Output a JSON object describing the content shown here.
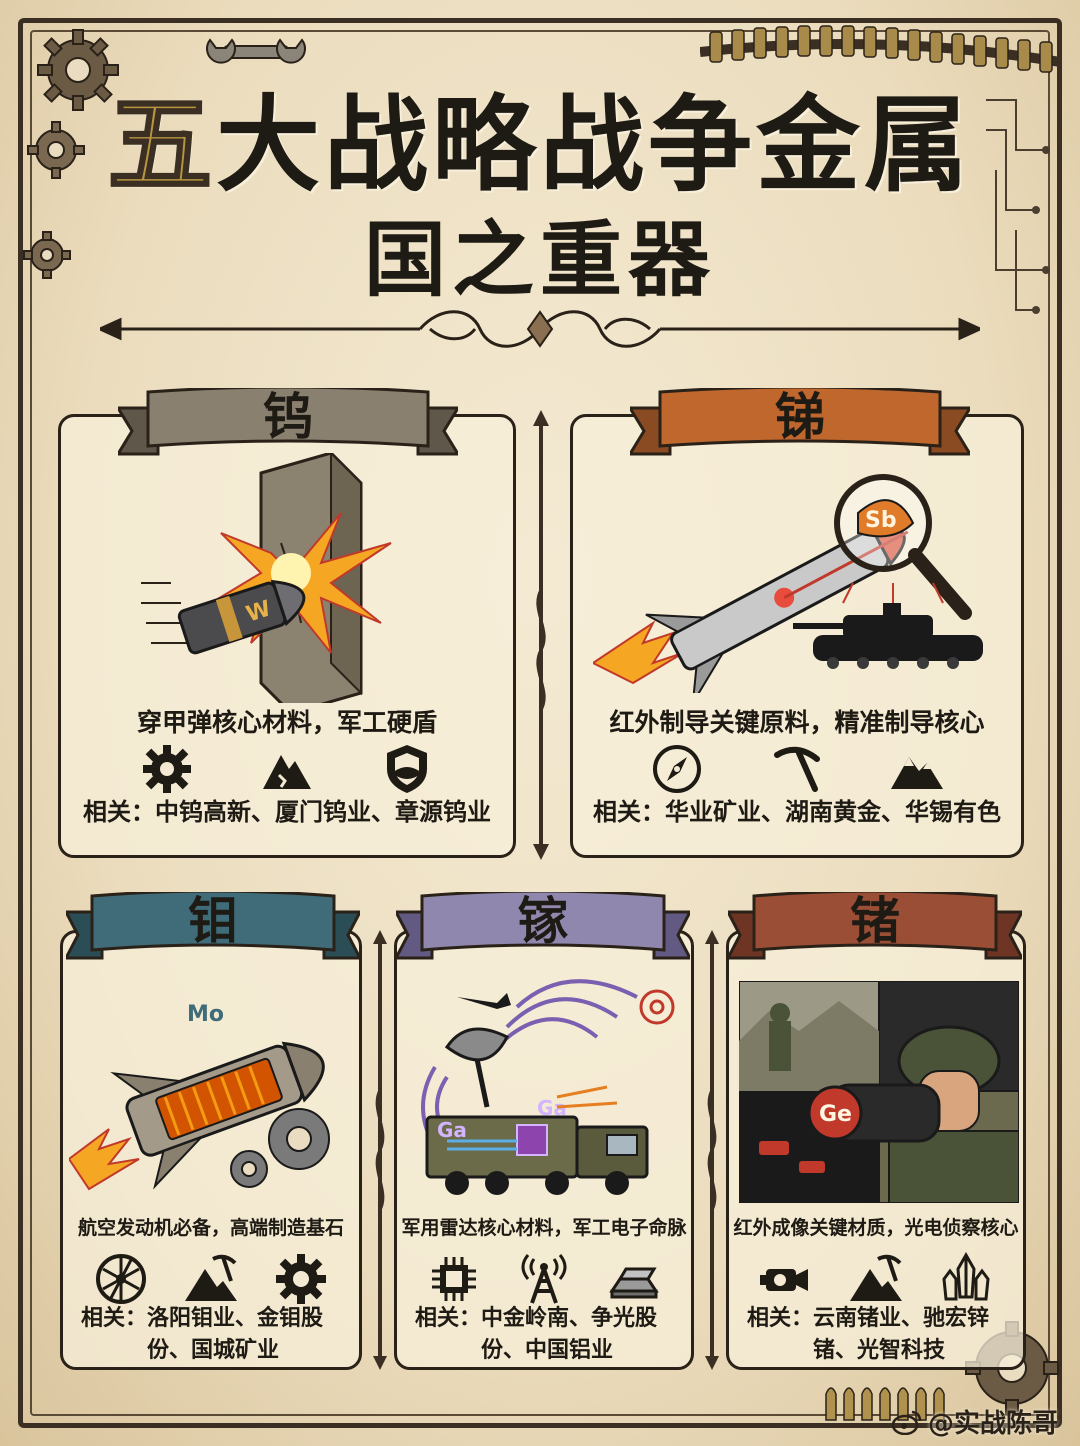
{
  "title": {
    "highlight_char": "五",
    "main_rest": "大战略战争金属",
    "sub": "国之重器"
  },
  "cards": {
    "tungsten": {
      "ribbon": "钨",
      "symbol": "W",
      "desc": "穿甲弹核心材料，军工硬盾",
      "related": "相关：中钨高新、厦门钨业、章源钨业",
      "icons": [
        "gear-wrench-icon",
        "rock-pile-icon",
        "shield-icon"
      ],
      "ribbon_color": "#8a8070"
    },
    "antimony": {
      "ribbon": "锑",
      "symbol": "Sb",
      "desc": "红外制导关键原料，精准制导核心",
      "related": "相关：华业矿业、湖南黄金、华锡有色",
      "icons": [
        "compass-icon",
        "pickaxe-icon",
        "mountain-icon"
      ],
      "ribbon_color": "#c0672e"
    },
    "molybdenum": {
      "ribbon": "钼",
      "symbol": "Mo",
      "desc": "航空发动机必备，高端制造基石",
      "related_line1": "相关：洛阳钼业、金钼股",
      "related_line2": "份、国城矿业",
      "icons": [
        "turbine-icon",
        "mountain-pickaxe-icon",
        "gear-icon"
      ],
      "ribbon_color": "#3f6c78"
    },
    "gallium": {
      "ribbon": "镓",
      "symbol": "Ga",
      "desc": "军用雷达核心材料，军工电子命脉",
      "related_line1": "相关：中金岭南、争光股",
      "related_line2": "份、中国铝业",
      "icons": [
        "chip-icon",
        "antenna-icon",
        "ingot-icon"
      ],
      "ribbon_color": "#8f87ad"
    },
    "germanium": {
      "ribbon": "锗",
      "symbol": "Ge",
      "desc": "红外成像关键材质，光电侦察核心",
      "related_line1": "相关：云南锗业、驰宏锌",
      "related_line2": "锗、光智科技",
      "icons": [
        "camera-icon",
        "mountain-pickaxe-icon",
        "crystal-icon"
      ],
      "ribbon_color": "#9a4e36"
    }
  },
  "watermark": "@实战陈哥"
}
